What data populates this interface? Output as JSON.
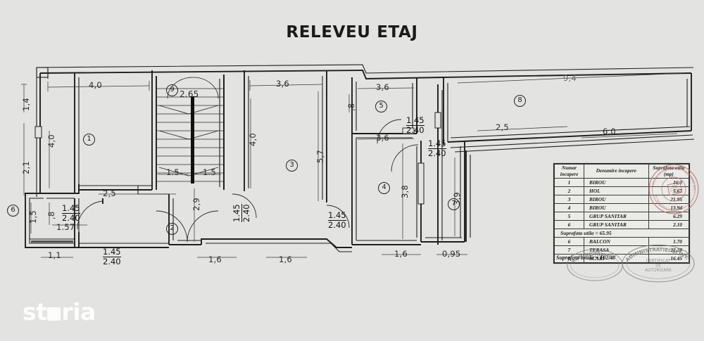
{
  "document": {
    "title": "RELEVEU ETAJ",
    "watermark": "storia"
  },
  "plan": {
    "room_markers": [
      {
        "id": "1",
        "label": "1"
      },
      {
        "id": "2",
        "label": "2"
      },
      {
        "id": "3",
        "label": "3"
      },
      {
        "id": "4",
        "label": "4"
      },
      {
        "id": "5",
        "label": "5"
      },
      {
        "id": "6",
        "label": "6"
      },
      {
        "id": "7",
        "label": "7"
      },
      {
        "id": "8",
        "label": "8"
      },
      {
        "id": "9",
        "label": "9"
      }
    ],
    "dimensions": {
      "left_vert_1": "1,4",
      "left_vert_2": "2,1",
      "room1_top": "4,0",
      "room1_left_inner": "4,0",
      "room1_bottom": "2,5",
      "room6_vert": "1,5",
      "room6_small": ",8",
      "room6_width": "1.57",
      "room6_bottom": "1,1",
      "stairs_width": "2.65",
      "stairs_half_left": "1.5",
      "stairs_half_right": "1.5",
      "hall_vert": "2,9",
      "room3_top": "3,6",
      "room3_left": "4,0",
      "room3_right": "5,7",
      "bottom_1": "1,6",
      "bottom_2": "1,6",
      "bottom_3": "1,6",
      "bottom_4": "0,95",
      "room5_top": "3,6",
      "room5_small": ",8",
      "room4_top": "3,6",
      "room4_vert": "3,8",
      "room7_vert": "3,9",
      "terrace_top": "9,4",
      "terrace_mid": "2,5",
      "terrace_right": "6,0"
    },
    "door_labels": [
      {
        "width": "1.45",
        "height": "2.40"
      },
      {
        "width": "1.45",
        "height": "2.40"
      },
      {
        "width": "1.45",
        "height": "2.40"
      },
      {
        "width": "1.45",
        "height": "2.40"
      },
      {
        "width": "1.45",
        "height": "2.40"
      },
      {
        "width": "1.45",
        "height": "2.40"
      }
    ]
  },
  "table": {
    "headers": {
      "number": "Numar incapere",
      "name": "Denumire incapere",
      "area": "Suprafata utila (mp)"
    },
    "rows": [
      {
        "no": "1",
        "name": "BIROU",
        "area": "16.0"
      },
      {
        "no": "2",
        "name": "HOL",
        "area": "5.67"
      },
      {
        "no": "3",
        "name": "BIROU",
        "area": "21.95"
      },
      {
        "no": "4",
        "name": "BIROU",
        "area": "13.94"
      },
      {
        "no": "5",
        "name": "GRUP SANITAR",
        "area": "6.29"
      },
      {
        "no": "6",
        "name": "GRUP SANITAR",
        "area": "2.10"
      }
    ],
    "subtotal": "Suprafata utila = 65.95",
    "rows2": [
      {
        "no": "6",
        "name": "BALCON",
        "area": "1.70"
      },
      {
        "no": "7",
        "name": "TERASA",
        "area": "22.28"
      },
      {
        "no": "8",
        "name": "SCARI",
        "area": "16.45"
      }
    ],
    "total": "Suprafata totala = 102.48"
  },
  "stamps": {
    "round_red": "OFICIUL DE CADASTRU SI PUBLICITATE IMOBILIARA AL MUNICIPIULUI BUCURESTI",
    "oval_left": "ADMINISTRATIEI",
    "oval_right": "ADMINISTRATIEI SI INT.",
    "certificate": "CERTIFICAT DE AUTORIZARE"
  },
  "colors": {
    "background": "#e3e3e1",
    "ink": "#1f1f1f",
    "stamp_red": "#b9726b",
    "stamp_gray": "#6f6f6f"
  }
}
